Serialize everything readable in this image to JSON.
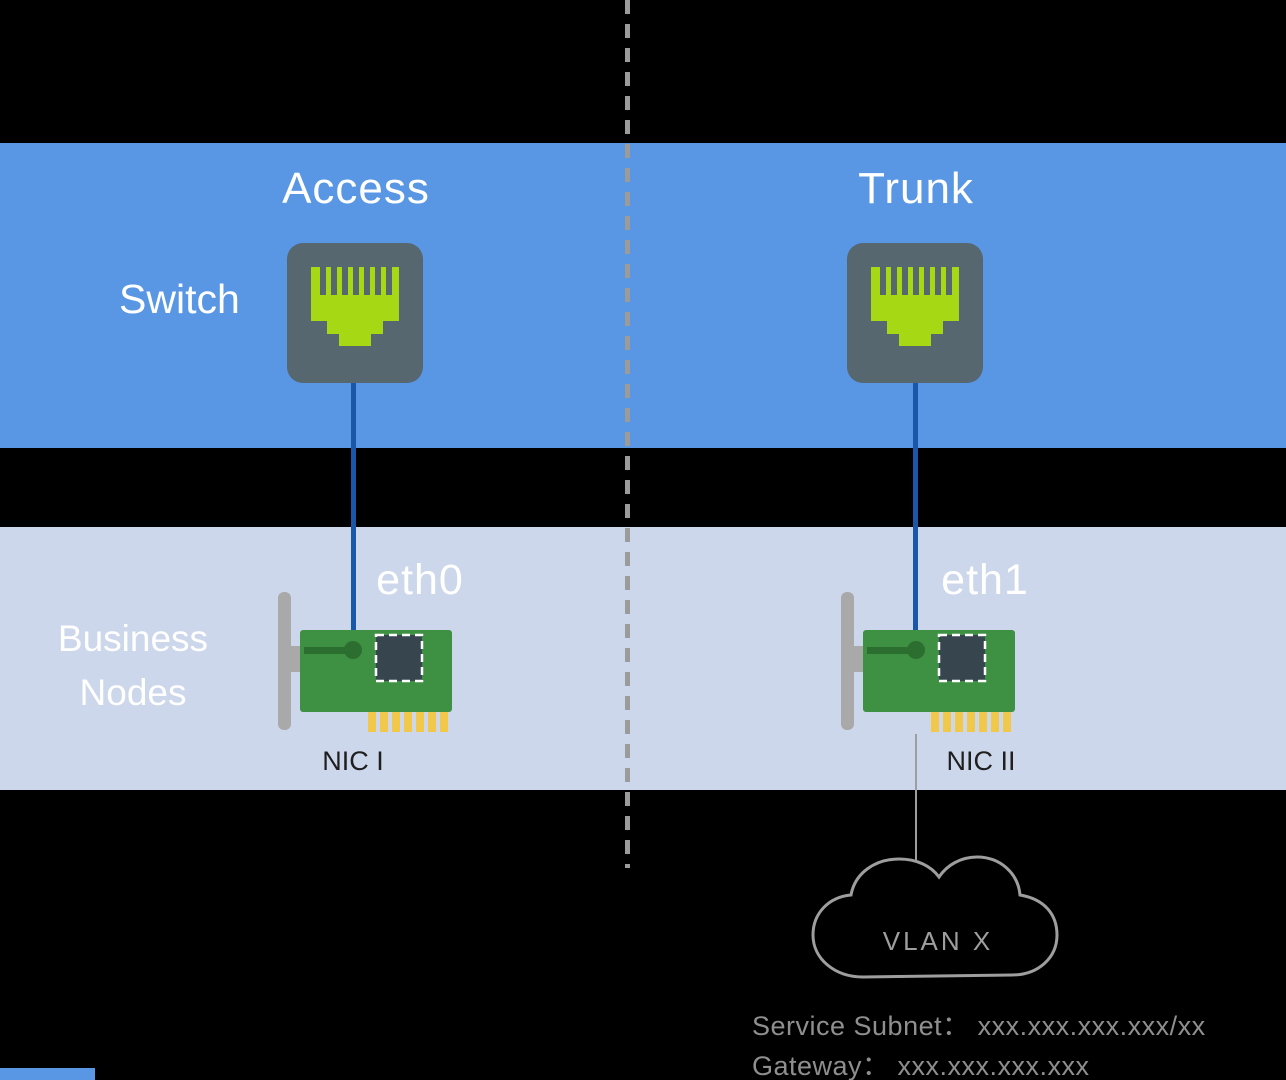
{
  "colors": {
    "background": "#000000",
    "switch_band": "#5997e4",
    "nodes_band": "#cdd7eb",
    "port_body": "#56676f",
    "port_connector_green": "#a6d814",
    "nic_board_green": "#3e9142",
    "nic_trace_dark_green": "#2c6e30",
    "nic_bracket_gray": "#a9a9a9",
    "nic_pins_gold": "#f2c84b",
    "chip_dark": "#37464e",
    "link_line_blue": "#1a57a8",
    "divider_gray": "#9b9b9b",
    "cloud_gray": "#9e9e9e",
    "muted_text": "#8f8f8f",
    "nic_label_text": "#1f1f1f",
    "white_text": "#ffffff"
  },
  "diagram": {
    "switch_row": {
      "label": "Switch",
      "left_port": {
        "mode": "Access"
      },
      "right_port": {
        "mode": "Trunk"
      }
    },
    "nodes_row": {
      "label_line1": "Business",
      "label_line2": "Nodes",
      "left_nic": {
        "interface": "eth0",
        "name": "NIC I"
      },
      "right_nic": {
        "interface": "eth1",
        "name": "NIC II"
      }
    },
    "cloud": {
      "label": "VLAN X",
      "service_subnet": "Service Subnet： xxx.xxx.xxx.xxx/xx",
      "gateway": "Gateway： xxx.xxx.xxx.xxx"
    }
  }
}
